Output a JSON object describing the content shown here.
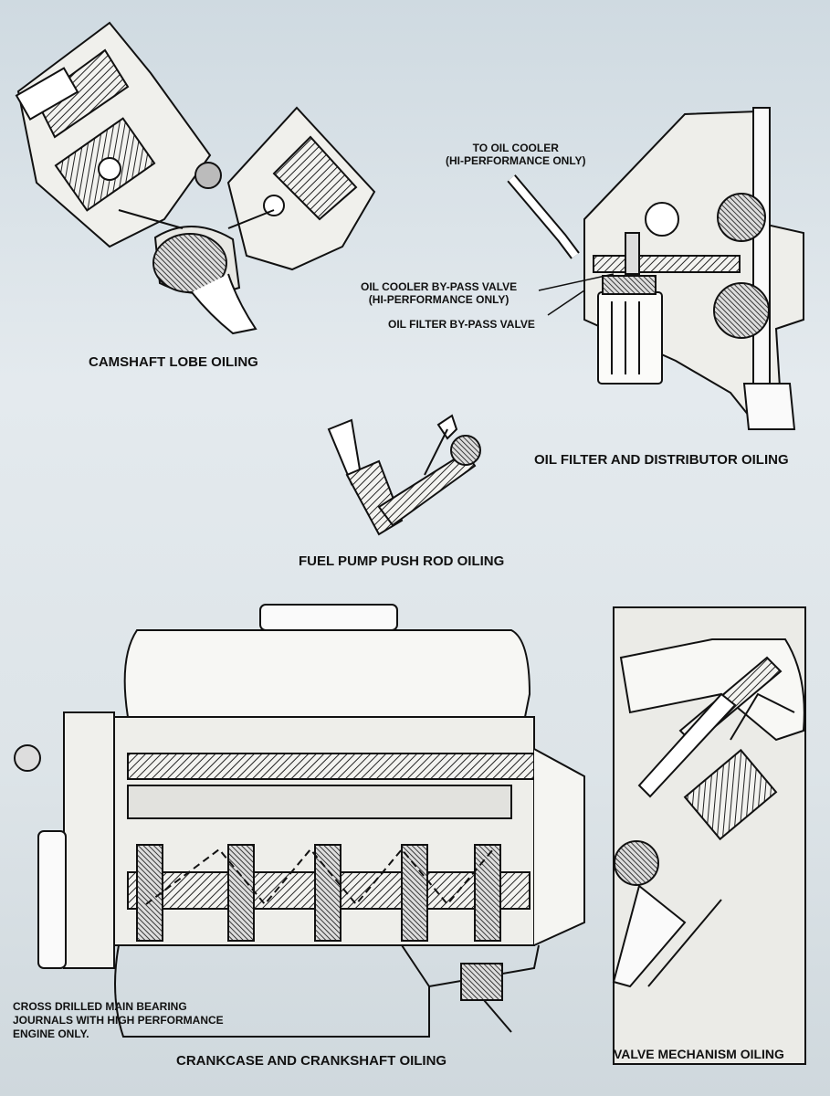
{
  "captions": {
    "camshaft": "CAMSHAFT LOBE OILING",
    "oil_filter": "OIL FILTER AND DISTRIBUTOR OILING",
    "fuel_pump": "FUEL PUMP PUSH ROD OILING",
    "crankcase": "CRANKCASE AND CRANKSHAFT OILING",
    "valve": "VALVE MECHANISM OILING"
  },
  "callouts": {
    "oil_cooler_l1": "TO OIL COOLER",
    "oil_cooler_l2": "(HI-PERFORMANCE ONLY)",
    "bypass_l1": "OIL COOLER BY-PASS VALVE",
    "bypass_l2": "(HI-PERFORMANCE ONLY)",
    "filter_bypass": "OIL FILTER BY-PASS VALVE",
    "cross_l1": "CROSS DRILLED MAIN BEARING",
    "cross_l2": "JOURNALS WITH HIGH PERFORMANCE",
    "cross_l3": "ENGINE ONLY."
  },
  "colors": {
    "ink": "#111111",
    "paper": "#e4eaee",
    "hatch": "#333333"
  }
}
